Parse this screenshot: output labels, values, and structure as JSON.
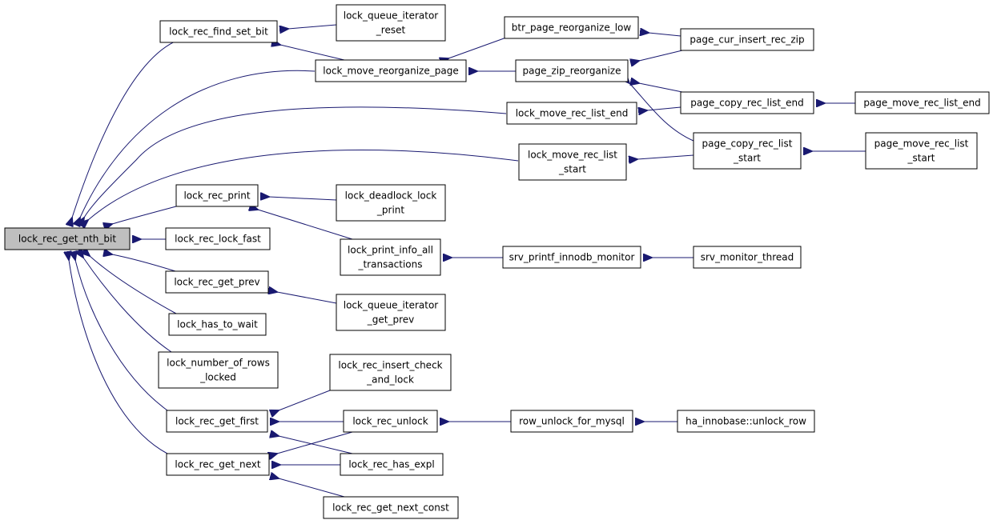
{
  "graph": {
    "edge_color": "#191970",
    "root_fill": "#bfbfbf",
    "node_fill": "#ffffff",
    "nodes": [
      {
        "id": "root",
        "label": [
          "lock_rec_get_nth_bit"
        ]
      },
      {
        "id": "find_set_bit",
        "label": [
          "lock_rec_find_set_bit"
        ]
      },
      {
        "id": "qi_reset",
        "label": [
          "lock_queue_iterator",
          "_reset"
        ]
      },
      {
        "id": "move_reorg",
        "label": [
          "lock_move_reorganize_page"
        ]
      },
      {
        "id": "btr_reorg_low",
        "label": [
          "btr_page_reorganize_low"
        ]
      },
      {
        "id": "zip_reorg",
        "label": [
          "page_zip_reorganize"
        ]
      },
      {
        "id": "cur_insert_zip",
        "label": [
          "page_cur_insert_rec_zip"
        ]
      },
      {
        "id": "move_list_end",
        "label": [
          "lock_move_rec_list_end"
        ]
      },
      {
        "id": "copy_list_end",
        "label": [
          "page_copy_rec_list_end"
        ]
      },
      {
        "id": "pg_move_list_end",
        "label": [
          "page_move_rec_list_end"
        ]
      },
      {
        "id": "move_list_start",
        "label": [
          "lock_move_rec_list",
          "_start"
        ]
      },
      {
        "id": "copy_list_start",
        "label": [
          "page_copy_rec_list",
          "_start"
        ]
      },
      {
        "id": "pg_move_list_start",
        "label": [
          "page_move_rec_list",
          "_start"
        ]
      },
      {
        "id": "rec_print",
        "label": [
          "lock_rec_print"
        ]
      },
      {
        "id": "deadlock_print",
        "label": [
          "lock_deadlock_lock",
          "_print"
        ]
      },
      {
        "id": "print_info",
        "label": [
          "lock_print_info_all",
          "_transactions"
        ]
      },
      {
        "id": "srv_printf",
        "label": [
          "srv_printf_innodb_monitor"
        ]
      },
      {
        "id": "srv_monitor",
        "label": [
          "srv_monitor_thread"
        ]
      },
      {
        "id": "lock_fast",
        "label": [
          "lock_rec_lock_fast"
        ]
      },
      {
        "id": "get_prev",
        "label": [
          "lock_rec_get_prev"
        ]
      },
      {
        "id": "qi_get_prev",
        "label": [
          "lock_queue_iterator",
          "_get_prev"
        ]
      },
      {
        "id": "has_to_wait",
        "label": [
          "lock_has_to_wait"
        ]
      },
      {
        "id": "num_rows",
        "label": [
          "lock_number_of_rows",
          "_locked"
        ]
      },
      {
        "id": "get_first",
        "label": [
          "lock_rec_get_first"
        ]
      },
      {
        "id": "insert_check",
        "label": [
          "lock_rec_insert_check",
          "_and_lock"
        ]
      },
      {
        "id": "rec_unlock",
        "label": [
          "lock_rec_unlock"
        ]
      },
      {
        "id": "row_unlock",
        "label": [
          "row_unlock_for_mysql"
        ]
      },
      {
        "id": "ha_unlock",
        "label": [
          "ha_innobase::unlock_row"
        ]
      },
      {
        "id": "has_expl",
        "label": [
          "lock_rec_has_expl"
        ]
      },
      {
        "id": "get_next",
        "label": [
          "lock_rec_get_next"
        ]
      },
      {
        "id": "get_next_const",
        "label": [
          "lock_rec_get_next_const"
        ]
      }
    ]
  }
}
